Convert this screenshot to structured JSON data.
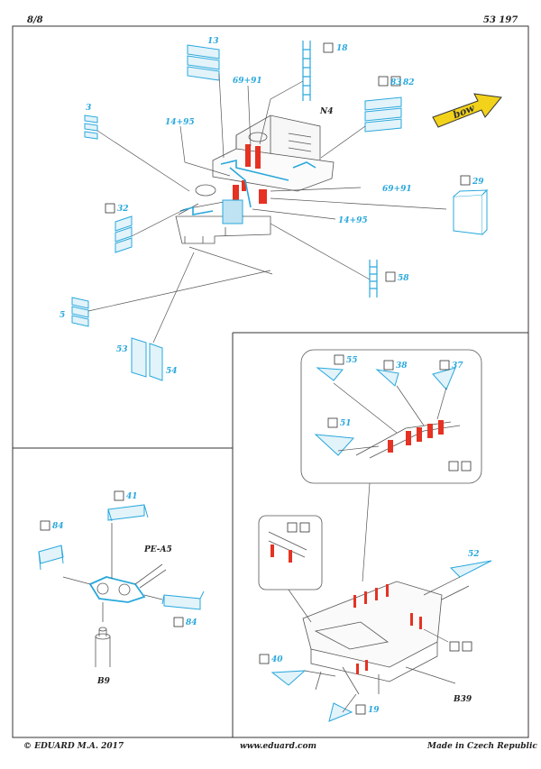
{
  "header": {
    "page": "8/8",
    "code": "53 197"
  },
  "footer": {
    "copyright": "© EDUARD  M.A. 2017",
    "web": "www.eduard.com",
    "made_in": "Made in Czech Republic"
  },
  "labels": {
    "p13": "13",
    "p18": "18",
    "p6991a": "69+91",
    "pN4": "N4",
    "p83": "83",
    "p82": "82",
    "p3": "3",
    "p1495a": "14+95",
    "pBow": "bow",
    "p6991b": "69+91",
    "p29": "29",
    "p32": "32",
    "p1495b": "14+95",
    "p58": "58",
    "p5": "5",
    "p53": "53",
    "p54": "54",
    "p55": "55",
    "p38": "38",
    "p37": "37",
    "p51": "51",
    "p41": "41",
    "p84a": "84",
    "pPEA5": "PE-A5",
    "p84b": "84",
    "pB9": "B9",
    "p52": "52",
    "p40": "40",
    "p19": "19",
    "pB39": "B39"
  },
  "colors": {
    "part": "#29a8dc",
    "paint_red": "#e53222",
    "line": "#555555",
    "arrow": "#f2d21a"
  }
}
